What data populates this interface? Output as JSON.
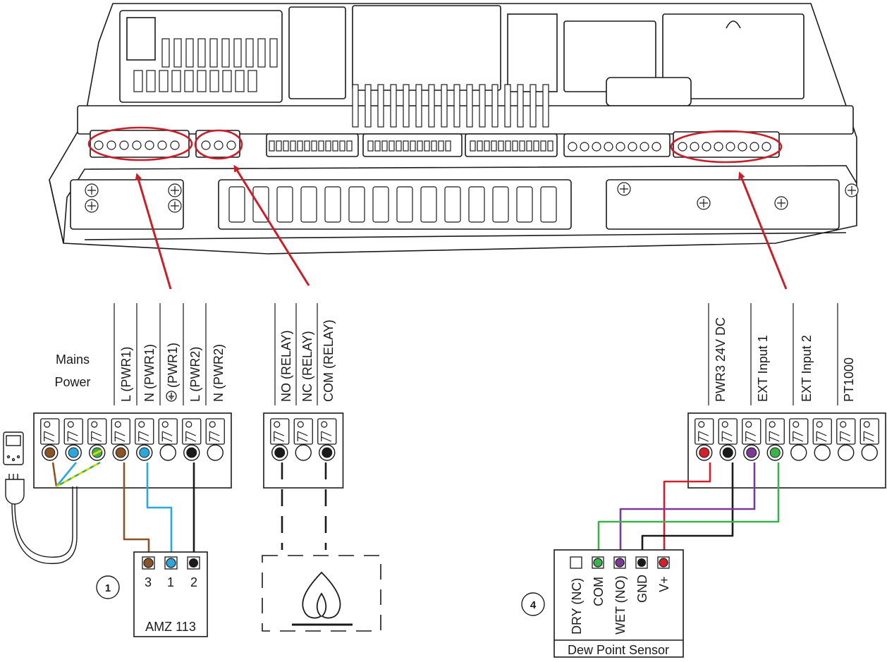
{
  "labels": {
    "mains_line1": "Mains",
    "mains_line2": "Power",
    "pwr1_l": "L (PWR1)",
    "pwr1_n": "N (PWR1)",
    "pwr1_pe": "(PWR1)",
    "pwr2_l": "L (PWR2)",
    "pwr2_n": "N (PWR2)",
    "relay_no": "NO (RELAY)",
    "relay_nc": "NC (RELAY)",
    "relay_com": "COM (RELAY)",
    "pwr3": "PWR3 24V DC",
    "ext1": "EXT Input 1",
    "ext2": "EXT Input 2",
    "pt1000": "PT1000"
  },
  "amz": {
    "badge": "1",
    "name": "AMZ 113",
    "pins": [
      "3",
      "1",
      "2"
    ]
  },
  "dew": {
    "badge": "4",
    "name": "Dew Point Sensor",
    "pins": [
      "DRY (NC)",
      "COM",
      "WET (NO)",
      "GND",
      "V+"
    ]
  },
  "colors": {
    "arrow": "#c8202a",
    "brown": "#8a5526",
    "blue": "#2aa7dd",
    "yellow": "#d8d800",
    "green": "#3bb34a",
    "black": "#1a1a1a",
    "red": "#d4202a",
    "purple": "#7b3a96"
  }
}
